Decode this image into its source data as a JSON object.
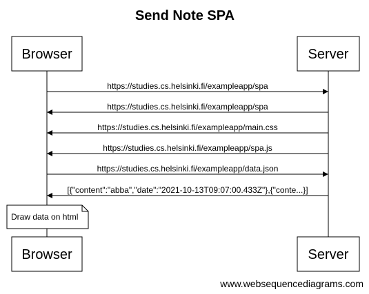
{
  "diagram": {
    "title": "Send Note SPA",
    "actors": {
      "browser": "Browser",
      "server": "Server"
    },
    "messages": [
      {
        "from": "browser",
        "to": "server",
        "label": "https://studies.cs.helsinki.fi/exampleapp/spa"
      },
      {
        "from": "server",
        "to": "browser",
        "label": "https://studies.cs.helsinki.fi/exampleapp/spa"
      },
      {
        "from": "server",
        "to": "browser",
        "label": "https://studies.cs.helsinki.fi/exampleapp/main.css"
      },
      {
        "from": "server",
        "to": "browser",
        "label": "https://studies.cs.helsinki.fi/exampleapp/spa.js"
      },
      {
        "from": "browser",
        "to": "server",
        "label": "https://studies.cs.helsinki.fi/exampleapp/data.json"
      },
      {
        "from": "server",
        "to": "browser",
        "label": "[{\"content\":\"abba\",\"date\":\"2021-10-13T09:07:00.433Z\"},{\"conte...}]"
      }
    ],
    "note": {
      "actor": "browser",
      "text": "Draw data on html"
    },
    "watermark": "www.websequencediagrams.com"
  }
}
